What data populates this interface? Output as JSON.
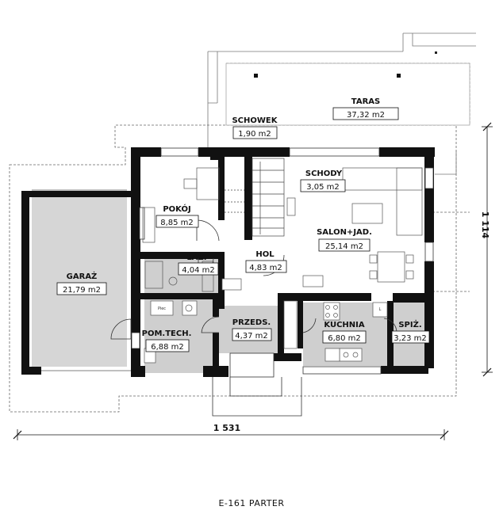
{
  "rooms": {
    "taras": {
      "name": "TARAS",
      "area": "37,32 m2"
    },
    "schowek": {
      "name": "SCHOWEK",
      "area": "1,90 m2"
    },
    "schody": {
      "name": "SCHODY",
      "area": "3,05 m2"
    },
    "pokoj": {
      "name": "POKÓJ",
      "area": "8,85 m2"
    },
    "salon": {
      "name": "SALON+JAD.",
      "area": "25,14 m2"
    },
    "lazienka": {
      "name": "ŁAZ.",
      "area": "4,04 m2"
    },
    "hol": {
      "name": "HOL",
      "area": "4,83 m2"
    },
    "garaz": {
      "name": "GARAŻ",
      "area": "21,79 m2"
    },
    "przedsionek": {
      "name": "PRZEDS.",
      "area": "4,37 m2"
    },
    "kuchnia": {
      "name": "KUCHNIA",
      "area": "6,80 m2"
    },
    "spizarnia": {
      "name": "SPIŻ.",
      "area": "3,23 m2"
    },
    "pomtech": {
      "name": "POM.TECH.",
      "area": "6,88 m2"
    }
  },
  "fixtures": {
    "boiler_label": "Piec",
    "fridge_label": "L"
  },
  "dimensions": {
    "width": "1 531",
    "depth": "1 114"
  },
  "drawing_title": "E-161 PARTER"
}
